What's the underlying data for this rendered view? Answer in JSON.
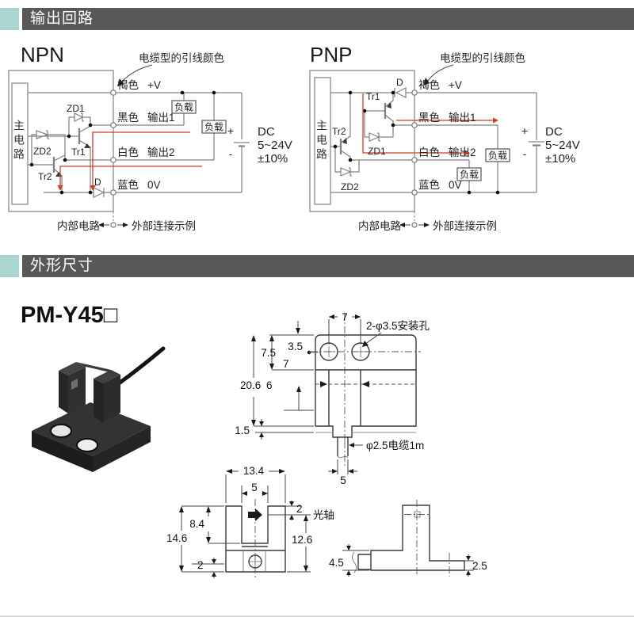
{
  "header_bars": {
    "output_circuit": "输出回路",
    "dimensions": "外形尺寸"
  },
  "theme": {
    "accent": "#a9d6cf",
    "bar_bg": "#595757",
    "bar_text": "#ffffff",
    "wire_color": "#808080",
    "outline_color": "#3a3a3a",
    "current_red": "#d93b1f"
  },
  "npn": {
    "title": "NPN",
    "cable_note": "电缆型的引线颜色",
    "main_circuit": "主电路",
    "terminals": [
      {
        "color": "褐色",
        "signal": "+V"
      },
      {
        "color": "黑色",
        "signal": "输出1"
      },
      {
        "color": "白色",
        "signal": "输出2"
      },
      {
        "color": "蓝色",
        "signal": "0V"
      }
    ],
    "components": {
      "zd1": "ZD1",
      "zd2": "ZD2",
      "tr1": "Tr1",
      "tr2": "Tr2",
      "d": "D"
    },
    "loads": [
      "负载",
      "负载"
    ],
    "supply": {
      "plus": "+",
      "minus": "-",
      "line1": "DC",
      "line2": "5~24V",
      "line3": "±10%"
    },
    "footer": {
      "internal": "内部电路",
      "external": "外部连接示例"
    }
  },
  "pnp": {
    "title": "PNP",
    "cable_note": "电缆型的引线颜色",
    "main_circuit": "主电路",
    "terminals": [
      {
        "color": "褐色",
        "signal": "+V"
      },
      {
        "color": "黑色",
        "signal": "输出1"
      },
      {
        "color": "白色",
        "signal": "输出2"
      },
      {
        "color": "蓝色",
        "signal": "0V"
      }
    ],
    "components": {
      "zd1": "ZD1",
      "zd2": "ZD2",
      "tr1": "Tr1",
      "tr2": "Tr2",
      "d": "D"
    },
    "loads": [
      "负载",
      "负载"
    ],
    "supply": {
      "plus": "+",
      "minus": "-",
      "line1": "DC",
      "line2": "5~24V",
      "line3": "±10%"
    },
    "footer": {
      "internal": "内部电路",
      "external": "外部连接示例"
    }
  },
  "model": "PM-Y45□",
  "front_view": {
    "dim_hole_pitch": "7",
    "holes_note": "2-φ3.5安装孔",
    "dim_hole_top": "3.5",
    "dim_flange_height": "7.5",
    "dim_hole_to_axis": "7",
    "dim_total_height": "20.6",
    "dim_axis_depth": "6",
    "dim_base_plate": "1.5",
    "cable_note": "φ2.5电缆1m",
    "dim_cable_boss": "5"
  },
  "side_view": {
    "dim_width": "13.4",
    "dim_slot_width": "5",
    "dim_slot_depth": "8.4",
    "dim_height": "14.6",
    "dim_axis_from_top": "2",
    "dim_base_thickness": "2",
    "dim_axis_to_bottom": "12.6",
    "optical_axis_label": "光轴"
  },
  "profile_view": {
    "dim_cable_side_height": "4.5",
    "dim_arm_thickness": "2.5"
  }
}
